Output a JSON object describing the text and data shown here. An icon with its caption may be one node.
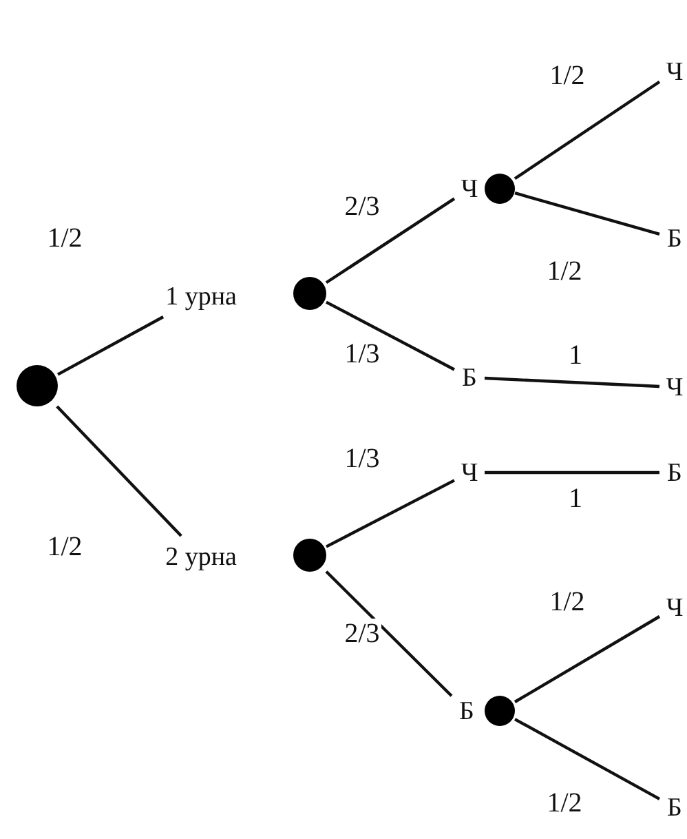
{
  "diagram": {
    "nodes": [
      {
        "text": [],
        "shape": "circle"
      },
      {
        "text": [
          "1 урна"
        ]
      },
      {
        "text": [],
        "shape": "circle"
      },
      {
        "text": [
          "2 урна"
        ]
      },
      {
        "text": [],
        "shape": "circle"
      },
      {
        "text": [
          "Ч"
        ]
      },
      {
        "text": [],
        "shape": "circle"
      },
      {
        "text": [
          "Ч"
        ]
      },
      {
        "text": [
          "Б"
        ]
      },
      {
        "text": [
          "Б"
        ]
      },
      {
        "text": [
          "Ч"
        ]
      },
      {
        "text": [
          "Ч"
        ]
      },
      {
        "text": [
          "Б"
        ]
      },
      {
        "text": [
          "Б"
        ]
      },
      {
        "text": [],
        "shape": "circle"
      },
      {
        "text": [
          "Ч"
        ]
      },
      {
        "text": [
          "Б"
        ]
      }
    ],
    "edges": [
      {
        "from": 0,
        "to": 1,
        "arrow": "none",
        "label": "1/2"
      },
      {
        "from": 0,
        "to": 3,
        "arrow": "none",
        "label": "1/2"
      },
      {
        "from": 2,
        "to": 5,
        "arrow": "none",
        "label": "2/3"
      },
      {
        "from": 2,
        "to": 9,
        "arrow": "none",
        "label": "1/3"
      },
      {
        "from": 6,
        "to": 7,
        "arrow": "none",
        "label": "1/2"
      },
      {
        "from": 6,
        "to": 8,
        "arrow": "none",
        "label": "1/2"
      },
      {
        "from": 9,
        "to": 10,
        "arrow": "none",
        "label": "1"
      },
      {
        "from": 4,
        "to": 11,
        "arrow": "none",
        "label": "1/3"
      },
      {
        "from": 4,
        "to": 13,
        "arrow": "none",
        "label": "2/3"
      },
      {
        "from": 11,
        "to": 12,
        "arrow": "none",
        "label": "1"
      },
      {
        "from": 14,
        "to": 15,
        "arrow": "none",
        "label": "1/2"
      },
      {
        "from": 14,
        "to": 16,
        "arrow": "none",
        "label": "1/2"
      }
    ]
  }
}
